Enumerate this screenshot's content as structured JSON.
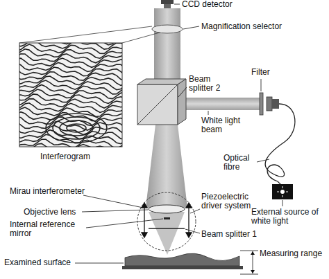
{
  "diagram": {
    "labels": [
      "CCD detector",
      "Magnification selector",
      "Interferogram",
      "Beam splitter 2",
      "Filter",
      "White light beam",
      "Optical fibre",
      "External source of white light",
      "Mirau interferometer",
      "Objective lens",
      "Piezoelectric driver system",
      "Beam splitter 1",
      "Internal reference mirror",
      "Examined surface",
      "Measuring range"
    ]
  }
}
